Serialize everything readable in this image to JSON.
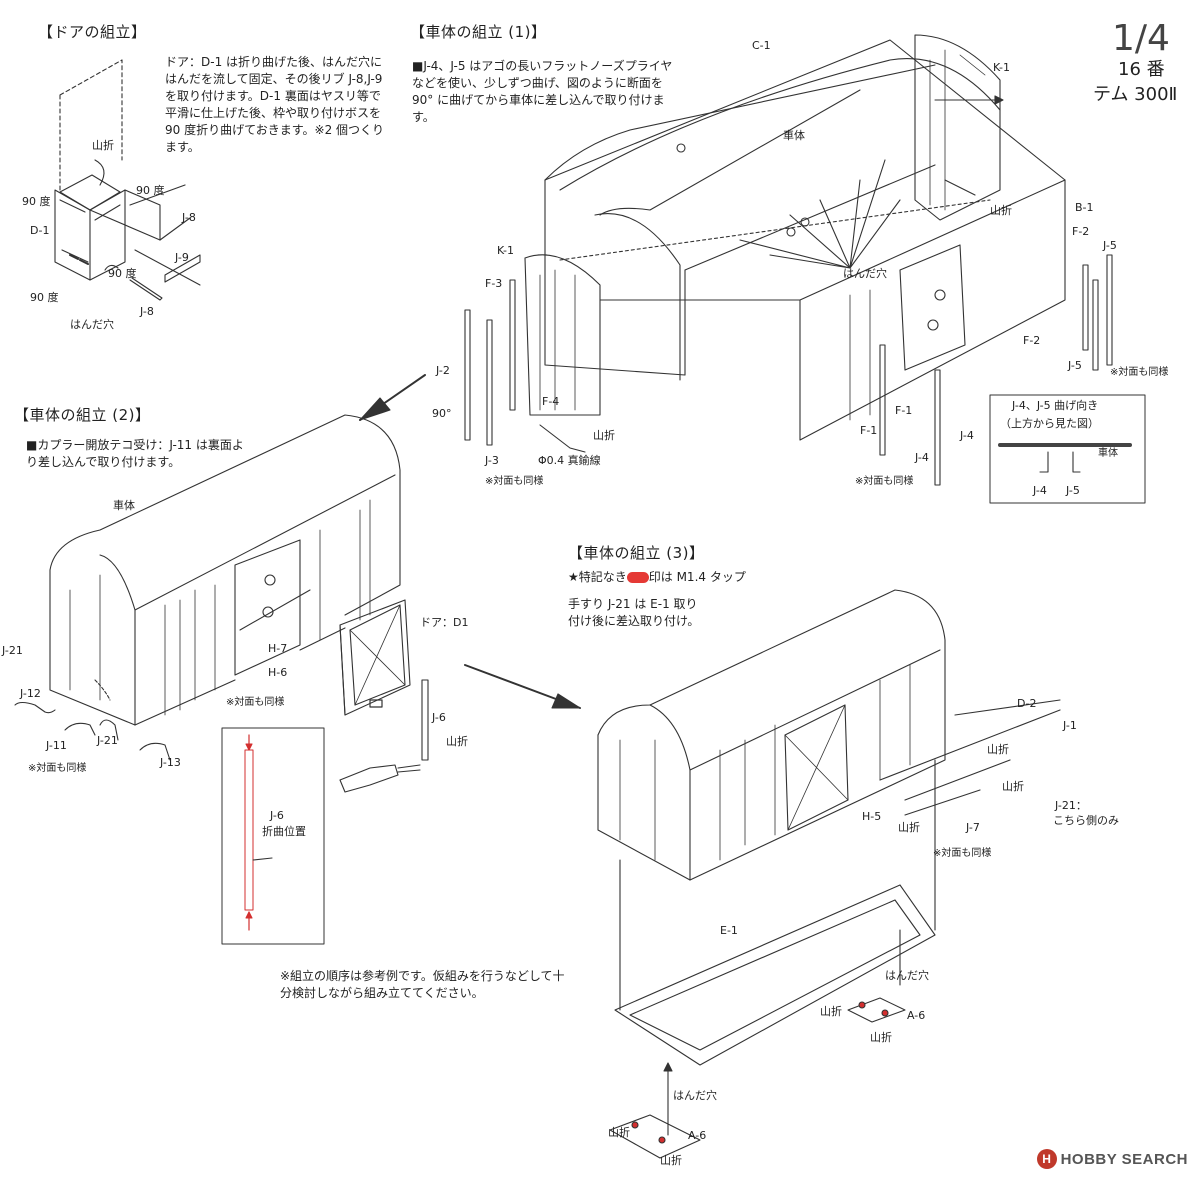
{
  "header": {
    "page_no": "1/4",
    "gauge": "16 番",
    "model": "テム 300Ⅱ"
  },
  "door_section": {
    "title": "【ドアの組立】",
    "text": "ドア：D-1 は折り曲げた後、はんだ穴にはんだを流して固定、その後リブ J-8,J-9 を取り付けます。D-1 裏面はヤスリ等で平滑に仕上げた後、枠や取り付けボスを 90 度折り曲げておきます。※2 個つくります。",
    "labels": {
      "yamaori": "山折",
      "deg90_a": "90 度",
      "deg90_b": "90 度",
      "deg90_c": "90 度",
      "deg90_d": "90 度",
      "d1": "D-1",
      "j8_a": "J-8",
      "j8_b": "J-8",
      "j9": "J-9",
      "handa": "はんだ穴"
    }
  },
  "body1_section": {
    "title": "【車体の組立 (1)】",
    "text": "■J-4、J-5 はアゴの長いフラットノーズプライヤなどを使い、少しずつ曲げ、図のように断面を 90° に曲げてから車体に差し込んで取り付けます。",
    "labels": {
      "c1": "C-1",
      "k1_top": "K-1",
      "shatai": "車体",
      "yamaori_r": "山折",
      "b1": "B-1",
      "f2_a": "F-2",
      "j5_a": "J-5",
      "f2_b": "F-2",
      "j5_b": "J-5",
      "taimen_r": "※対面も同様",
      "handa": "はんだ穴",
      "k1_left": "K-1",
      "f3": "F-3",
      "j2": "J-2",
      "deg90": "90°",
      "f4": "F-4",
      "j3": "J-3",
      "wire": "Φ0.4 真鍮線",
      "yamaori_m": "山折",
      "taimen_l": "※対面も同様",
      "f1_a": "F-1",
      "f1_b": "F-1",
      "j4_a": "J-4",
      "j4_b": "J-4",
      "taimen_m": "※対面も同様"
    },
    "inset": {
      "title": "J-4、J-5 曲げ向き",
      "subtitle": "（上方から見た図）",
      "shatai": "車体",
      "j4": "J-4",
      "j5": "J-5"
    }
  },
  "body2_section": {
    "title": "【車体の組立 (2)】",
    "text": "■カプラー開放テコ受け：J-11 は裏面より差し込んで取り付けます。",
    "labels": {
      "shatai": "車体",
      "door": "ドア：D1",
      "h7": "H-7",
      "h6": "H-6",
      "taimen_a": "※対面も同様",
      "j21_a": "J-21",
      "j12": "J-12",
      "j11": "J-11",
      "j21_b": "J-21",
      "j13": "J-13",
      "taimen_b": "※対面も同様",
      "j6": "J-6",
      "yamaori": "山折",
      "j6_inset": "J-6",
      "fold_pos": "折曲位置"
    }
  },
  "body3_section": {
    "title": "【車体の組立 (3)】",
    "note1_prefix": "★特記なき",
    "note1_suffix": "印は M1.4 タップ",
    "text": "手すり J-21 は E-1 取り付け後に差込取り付け。",
    "labels": {
      "d2": "D-2",
      "j1": "J-1",
      "yamaori_a": "山折",
      "yamaori_b": "山折",
      "j21": "J-21：",
      "j21_note": "こちら側のみ",
      "h5": "H-5",
      "yamaori_c": "山折",
      "j7": "J-7",
      "taimen": "※対面も同様",
      "e1": "E-1",
      "handa_a": "はんだ穴",
      "yamaori_d": "山折",
      "a6_a": "A-6",
      "yamaori_e": "山折",
      "handa_b": "はんだ穴",
      "yamaori_f": "山折",
      "a6_b": "A-6",
      "yamaori_g": "山折"
    }
  },
  "footnote": "※組立の順序は参考例です。仮組みを行うなどして十分検討しながら組み立ててください。",
  "watermark": {
    "logo": "H",
    "text": "HOBBY SEARCH"
  }
}
